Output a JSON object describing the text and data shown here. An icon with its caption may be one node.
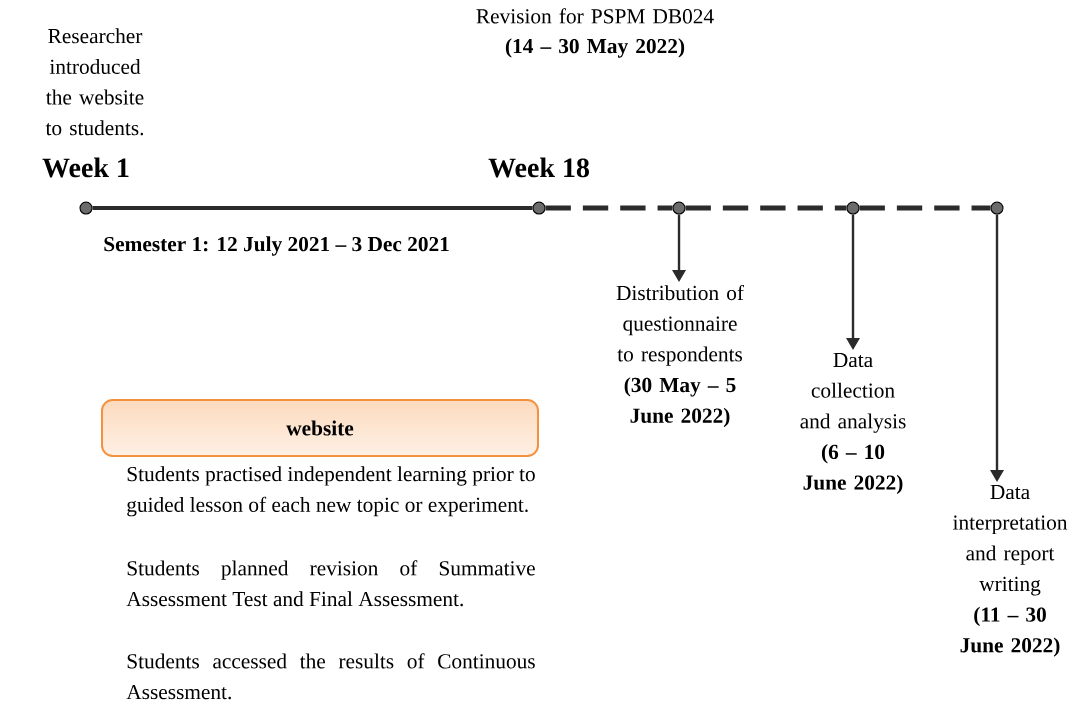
{
  "diagram": {
    "nodes": [
      {
        "text": [],
        "shape": "circle",
        "beside": [
          "Week 1"
        ]
      },
      {
        "text": [],
        "shape": "circle",
        "beside": [
          "Week 18"
        ]
      },
      {
        "text": [],
        "shape": "circle"
      },
      {
        "text": [],
        "shape": "circle"
      },
      {
        "text": [],
        "shape": "circle"
      },
      {
        "text": [
          "Distribution of questionnaire to respondents",
          "(30 May – 5 June 2022)"
        ]
      },
      {
        "text": [
          "Data collection and analysis",
          "(6 – 10 June 2022)"
        ]
      },
      {
        "text": [
          "Data interpretation and report writing",
          "(11 – 30 June 2022)"
        ]
      },
      {
        "text": [
          "website"
        ],
        "beside": [
          "Students practised independent learning prior to guided lesson of each new topic or experiment.",
          "Students planned revision of Summative Assessment Test and Final Assessment.",
          "Students accessed the results of Continuous Assessment."
        ]
      }
    ],
    "edges": [
      {
        "from": 0,
        "to": 1,
        "arrow": "none"
      },
      {
        "from": 1,
        "to": 2,
        "arrow": "none",
        "style": "dashed"
      },
      {
        "from": 2,
        "to": 3,
        "arrow": "none",
        "style": "dashed"
      },
      {
        "from": 3,
        "to": 4,
        "arrow": "none",
        "style": "dashed"
      },
      {
        "from": 2,
        "to": 5,
        "arrow": "to"
      },
      {
        "from": 3,
        "to": 6,
        "arrow": "to"
      },
      {
        "from": 4,
        "to": 7,
        "arrow": "to"
      }
    ],
    "labels": [
      "Researcher introduced the website to students.",
      "Revision for PSPM DB024",
      "(14 – 30 May 2022)",
      "Semester 1: 12 July 2021 – 3 Dec 2021"
    ]
  }
}
